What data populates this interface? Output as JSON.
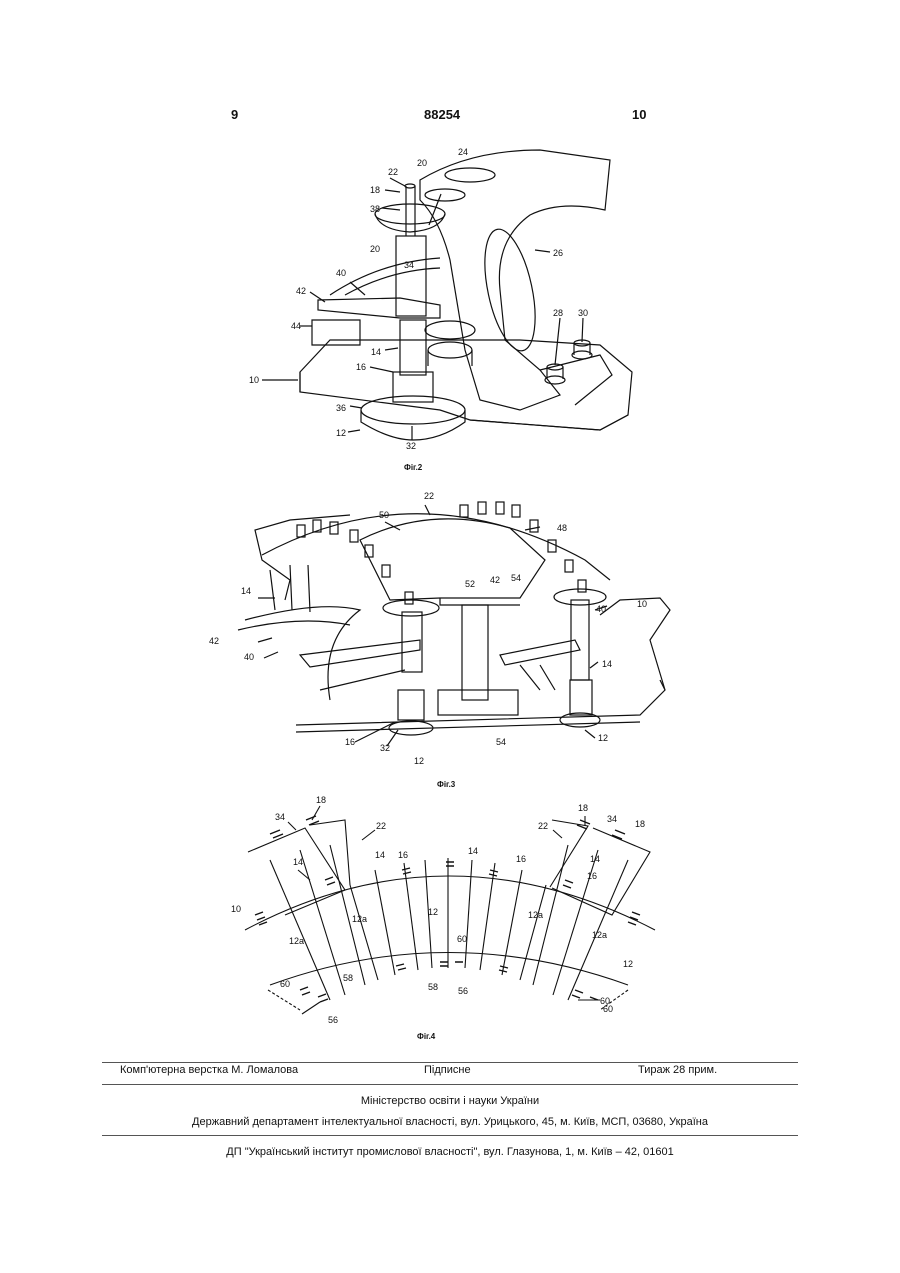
{
  "header": {
    "left_page": "9",
    "patent_number": "88254",
    "right_page": "10"
  },
  "fig2": {
    "caption": "Фіг.2",
    "labels": {
      "l24": "24",
      "l22": "22",
      "l20a": "20",
      "l18": "18",
      "l38": "38",
      "l20b": "20",
      "l34": "34",
      "l26": "26",
      "l40": "40",
      "l42": "42",
      "l44": "44",
      "l28": "28",
      "l30": "30",
      "l14": "14",
      "l16": "16",
      "l10": "10",
      "l36": "36",
      "l12": "12",
      "l32": "32"
    }
  },
  "fig3": {
    "caption": "Фіг.3",
    "labels": {
      "l22": "22",
      "l50": "50",
      "l48": "48",
      "l14a": "14",
      "l52": "52",
      "l42a": "42",
      "l54a": "54",
      "l10": "10",
      "l40a": "40",
      "l42b": "42",
      "l40b": "40",
      "l14b": "14",
      "l16": "16",
      "l32": "32",
      "l12a": "12",
      "l54b": "54",
      "l12b": "12"
    }
  },
  "fig4": {
    "caption": "Фіг.4",
    "labels": {
      "l18a": "18",
      "l34a": "34",
      "l22a": "22",
      "l14a": "14",
      "l14b": "14",
      "l16a": "16",
      "l14c": "14",
      "l16b": "16",
      "l10": "10",
      "l12aa": "12a",
      "l12": "12",
      "l12ab": "12a",
      "l60a": "60",
      "l12ac": "12a",
      "l12ad": "12a",
      "l60b": "60",
      "l58a": "58",
      "l56a": "56",
      "l60c": "60",
      "l58b": "58",
      "l56b": "56",
      "l18b": "18",
      "l34b": "34",
      "l18c": "18",
      "l22b": "22",
      "l14d": "14",
      "l16c": "16",
      "l12b": "12",
      "l60d": "60"
    }
  },
  "footer": {
    "typesetting": "Комп'ютерна верстка М. Ломалова",
    "signed": "Підписне",
    "circulation": "Тираж 28 прим.",
    "ministry": "Міністерство освіти і науки України",
    "department": "Державний департамент інтелектуальної власності, вул. Урицького, 45, м. Київ, МСП, 03680, Україна",
    "institute": "ДП \"Український інститут промислової власності\", вул. Глазунова, 1, м. Київ – 42, 01601"
  }
}
